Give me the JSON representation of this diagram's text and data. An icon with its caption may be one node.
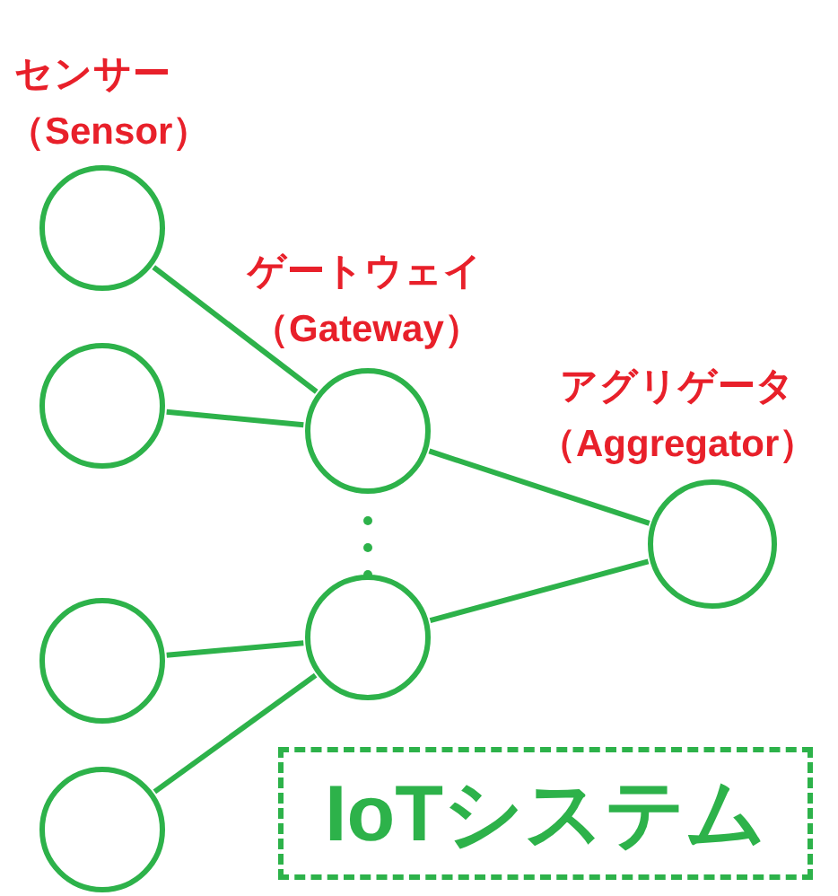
{
  "diagram": {
    "nodes": [
      {
        "text": [],
        "shape": "circle"
      },
      {
        "text": [],
        "shape": "circle"
      },
      {
        "text": [],
        "shape": "circle"
      },
      {
        "text": [],
        "shape": "circle"
      },
      {
        "text": [],
        "shape": "circle"
      },
      {
        "text": [],
        "shape": "circle"
      },
      {
        "text": [],
        "shape": "circle"
      },
      {
        "text": [
          "IoTシステム"
        ]
      }
    ],
    "edges": [
      {
        "from": 0,
        "to": 4,
        "arrow": "none"
      },
      {
        "from": 1,
        "to": 4,
        "arrow": "none"
      },
      {
        "from": 2,
        "to": 5,
        "arrow": "none"
      },
      {
        "from": 3,
        "to": 5,
        "arrow": "none"
      },
      {
        "from": 4,
        "to": 6,
        "arrow": "none"
      },
      {
        "from": 5,
        "to": 6,
        "arrow": "none"
      }
    ],
    "labels": [
      "センサー",
      "（Sensor）",
      "ゲートウェイ",
      "（Gateway）",
      "アグリゲータ",
      "（Aggregator）"
    ]
  }
}
